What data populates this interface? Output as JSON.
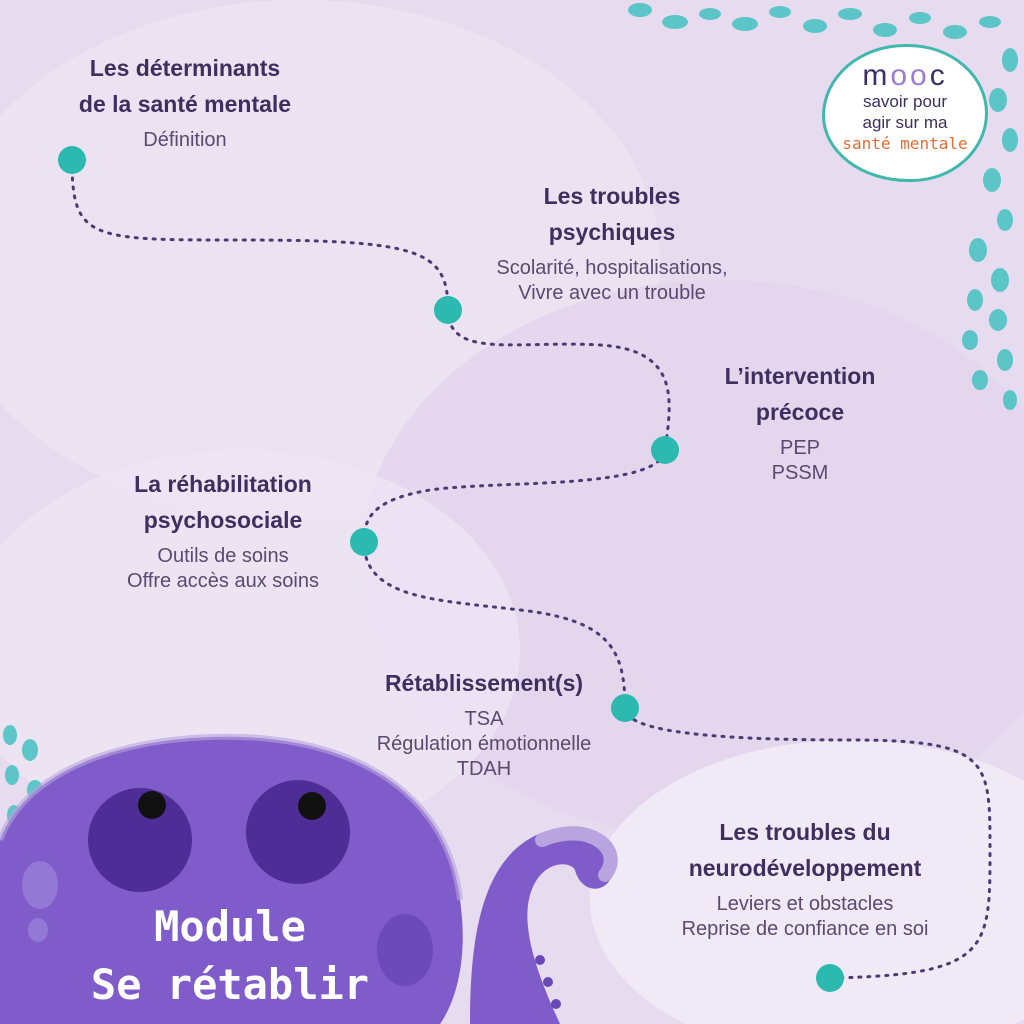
{
  "colors": {
    "background": "#e7dcef",
    "accent_teal": "#2bb9b0",
    "path_dots": "#4a3a75",
    "mascot_purple": "#7f5cc9",
    "title_text": "#3f2f5f",
    "logo_orange": "#e66b2f"
  },
  "logo": {
    "brand_start": "m",
    "brand_middle": "oo",
    "brand_end": "c",
    "line1": "savoir pour",
    "line2": "agir sur ma",
    "accent": "santé mentale"
  },
  "steps": [
    {
      "title": "Les déterminants\nde la santé mentale",
      "desc": "Définition"
    },
    {
      "title": "Les troubles\npsychiques",
      "desc": "Scolarité, hospitalisations,\nVivre avec un trouble"
    },
    {
      "title": "L’intervention\nprécoce",
      "desc": "PEP\nPSSM"
    },
    {
      "title": "La réhabilitation\npsychosociale",
      "desc": "Outils de soins\nOffre accès aux soins"
    },
    {
      "title": "Rétablissement(s)",
      "desc": "TSA\nRégulation émotionnelle\nTDAH"
    },
    {
      "title": "Les troubles du\nneurodéveloppement",
      "desc": "Leviers et obstacles\nReprise de confiance en soi"
    }
  ],
  "module_title": "Module\nSe rétablir",
  "icons": {
    "path_nodes": "teal-circle",
    "mascot": "purple-blob-creature"
  }
}
